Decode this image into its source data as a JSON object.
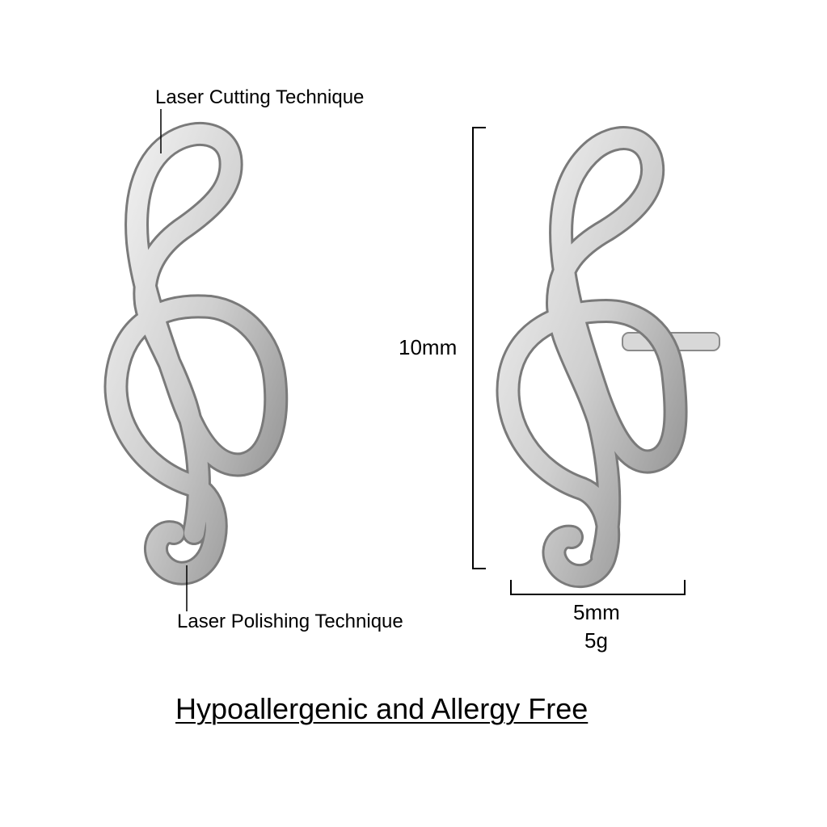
{
  "annotations": {
    "cutting": "Laser Cutting Technique",
    "polishing": "Laser Polishing Technique"
  },
  "dimensions": {
    "height": "10mm",
    "width": "5mm",
    "weight": "5g"
  },
  "tagline": "Hypoallergenic and Allergy Free",
  "colors": {
    "metal": "#c8c8c8",
    "metal_edge": "#6e6e6e"
  }
}
